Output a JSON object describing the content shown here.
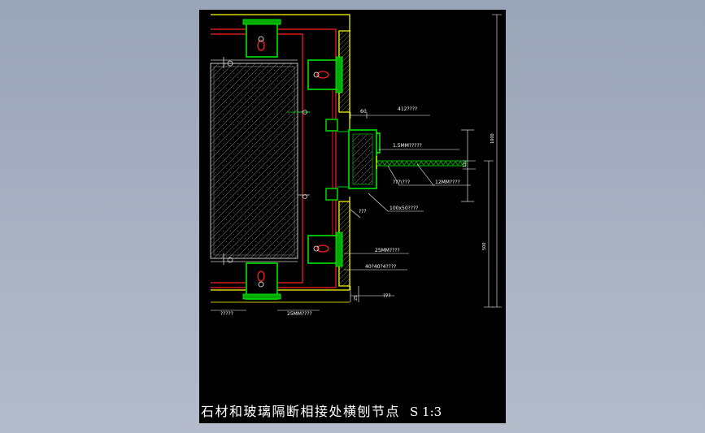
{
  "colors": {
    "background": "#000000",
    "frame": "#9aa4b8",
    "stone": "#ffff00",
    "bracket": "#00cc00",
    "bolt": "#ff0000",
    "panel_line": "#ff0000",
    "glass_hatch": "#8a8a8a",
    "dimension": "#ffffff"
  },
  "labels": {
    "top_60": "60",
    "top_412": "412????",
    "l_15mm": "1.5MM?????",
    "l_12mm": "12MM????",
    "l_mid": "???\\???",
    "l_100x50": "100x50????",
    "l_left_q": "???",
    "l_25mm_a": "25MM????",
    "l_40x40": "40?40?4????",
    "l_q3": "???",
    "bottom_q": "?????",
    "bottom_25mm": "25MM????",
    "dim_1000": "1000",
    "dim_500": "500",
    "dim_25": "25",
    "dim_12": "12"
  },
  "title": {
    "text": "石材和玻璃隔断相接处横刨节点",
    "scale": "S 1:3"
  }
}
